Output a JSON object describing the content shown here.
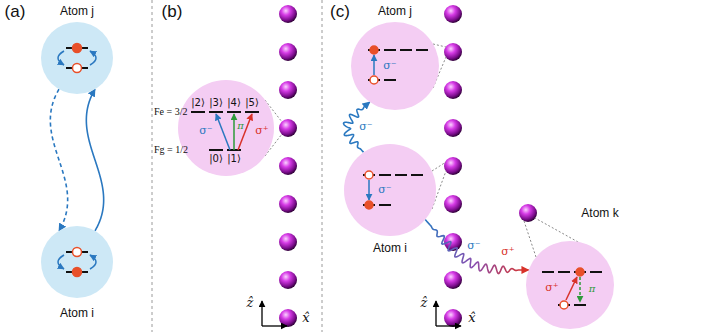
{
  "diagram": {
    "nodes": [
      {
        "text": [
          "Atom j"
        ]
      },
      {
        "text": [
          "Atom i"
        ]
      },
      {
        "text": [
          "|2⟩",
          "|3⟩",
          "|4⟩",
          "|5⟩",
          "|0⟩",
          "|1⟩",
          "σ⁻",
          "π",
          "σ⁺"
        ]
      },
      {
        "text": [
          "Atom j",
          "σ⁻"
        ]
      },
      {
        "text": [
          "Atom i",
          "σ⁻"
        ]
      },
      {
        "text": [
          "Atom k",
          "σ⁺",
          "π"
        ]
      }
    ],
    "edges": [
      {
        "from": 1,
        "to": 0,
        "arrow": "to"
      },
      {
        "from": 0,
        "to": 1,
        "arrow": "to"
      },
      {
        "from": 4,
        "to": 3,
        "label": "σ⁻",
        "arrow": "to"
      },
      {
        "from": 4,
        "to": 5,
        "label": "σ⁻",
        "arrow": "to"
      }
    ],
    "labels": [
      "(a)",
      "(b)",
      "(c)",
      "Fe = 3/2",
      "Fg = 1/2",
      "ẑ",
      "x̂",
      "ẑ",
      "x̂",
      "σ⁺"
    ]
  }
}
